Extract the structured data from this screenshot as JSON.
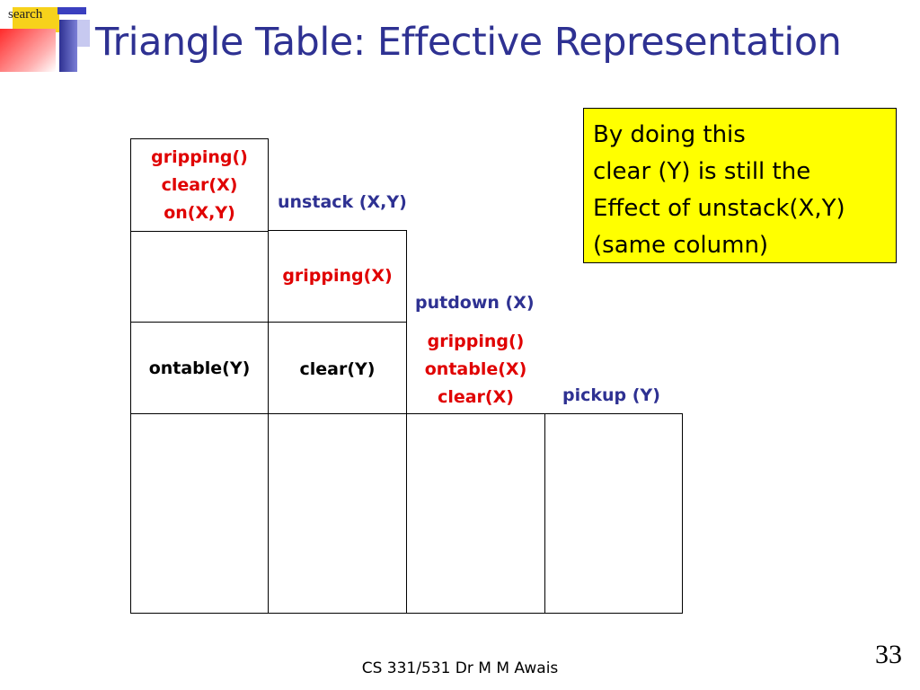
{
  "slide": {
    "logo_label": "search",
    "title": "Triangle Table: Effective Representation",
    "footer": "CS 331/531 Dr M M Awais",
    "page_number": "33"
  },
  "colors": {
    "title": "#2e3192",
    "condition_text": "#e00000",
    "operator_text": "#2e3192",
    "note_background": "#ffff00"
  },
  "operators": {
    "op1": "unstack (X,Y)",
    "op2": "putdown (X)",
    "op3": "pickup (Y)"
  },
  "cells": {
    "r1c1": [
      "gripping()",
      "clear(X)",
      "on(X,Y)"
    ],
    "r2c2": [
      "gripping(X)"
    ],
    "r3c1": [
      "ontable(Y)"
    ],
    "r3c2": [
      "clear(Y)"
    ],
    "r3c3": [
      "gripping()",
      "ontable(X)",
      "clear(X)"
    ]
  },
  "note": {
    "lines": [
      "By doing this",
      "clear (Y) is still the",
      "Effect of unstack(X,Y)",
      "(same column)"
    ]
  }
}
